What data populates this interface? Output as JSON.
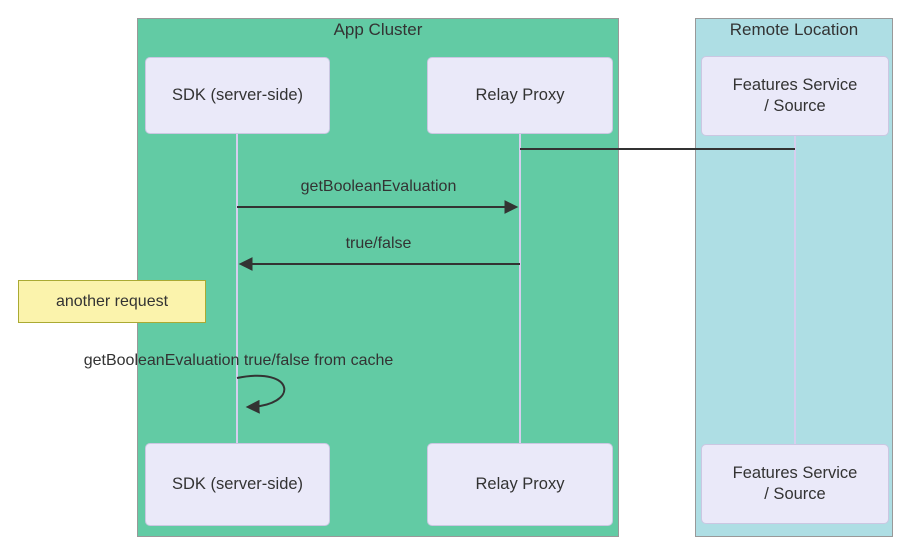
{
  "diagram_type": "sequence",
  "groups": {
    "app_cluster": {
      "label": "App Cluster",
      "bg": "#62CBA4"
    },
    "remote_location": {
      "label": "Remote Location",
      "bg": "#AEDEE4"
    }
  },
  "actors": {
    "sdk": {
      "label": "SDK (server-side)"
    },
    "relay_proxy": {
      "label": "Relay Proxy"
    },
    "features_service": {
      "lines": [
        "Features Service",
        "/ Source"
      ],
      "label": "Features Service / Source"
    }
  },
  "messages": {
    "relay_features_link": {
      "from": "relay_proxy",
      "to": "features_service",
      "label": "",
      "style": "plain-line"
    },
    "get_boolean_evaluation": {
      "from": "sdk",
      "to": "relay_proxy",
      "label": "getBooleanEvaluation",
      "style": "solid-arrow"
    },
    "true_false": {
      "from": "relay_proxy",
      "to": "sdk",
      "label": "true/false",
      "style": "solid-arrow"
    },
    "self_cache": {
      "actor": "sdk",
      "label": "getBooleanEvaluation true/false from cache",
      "style": "self-loop"
    }
  },
  "note": {
    "label": "another request",
    "position": "left of sdk"
  },
  "colors": {
    "app_cluster_bg": "#62CBA4",
    "remote_location_bg": "#AEDEE4",
    "actor_box_bg": "#EAE9F9",
    "actor_box_border": "#CBC7E2",
    "note_bg": "#FBF3AC",
    "note_border": "#AAAA33",
    "lifeline": "#D6CEEE",
    "line_and_text": "#333333"
  }
}
